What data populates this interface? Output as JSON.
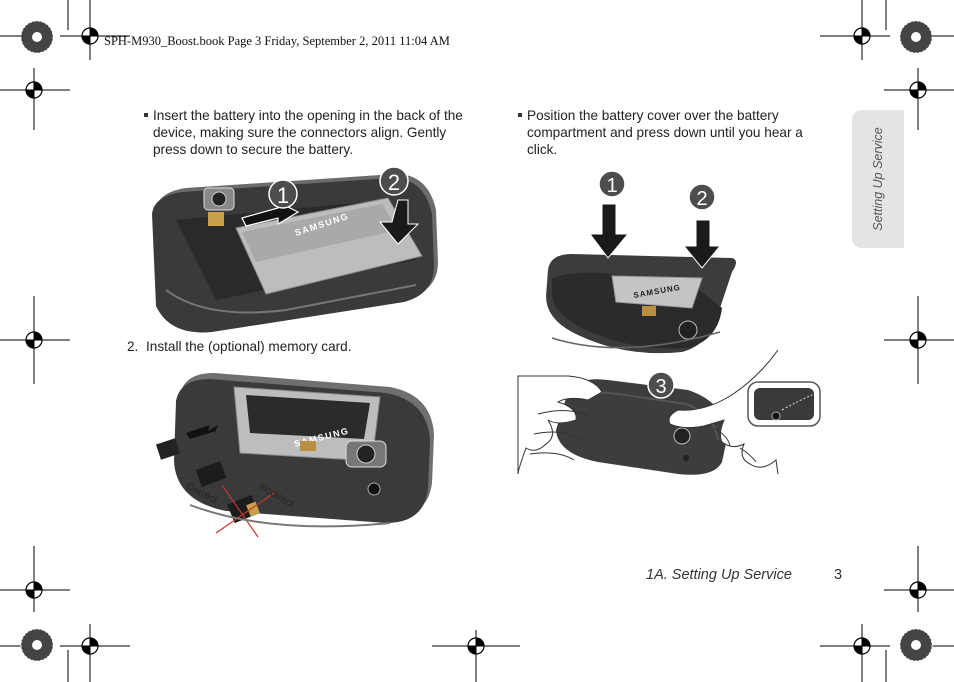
{
  "header": {
    "running_head": "SPH-M930_Boost.book  Page 3  Friday, September 2, 2011  11:04 AM"
  },
  "left_column": {
    "bullet_text": "Insert the battery into the opening in the back of the device, making sure the connectors align. Gently press down to secure the battery.",
    "step_number": "2.",
    "step_text": "Install the (optional) memory card.",
    "figure1": {
      "callouts": [
        "1",
        "2"
      ],
      "battery_brand": "SAMSUNG"
    },
    "figure2": {
      "battery_brand": "SAMSUNG",
      "correct_label": "Correct",
      "incorrect_label": "Incorrect"
    }
  },
  "right_column": {
    "bullet_text": "Position the battery cover over the battery compartment and press down until you hear a click.",
    "figure3": {
      "callouts": [
        "1",
        "2"
      ],
      "battery_brand": "SAMSUNG"
    },
    "figure4": {
      "callouts": [
        "3"
      ]
    }
  },
  "side_tab": {
    "label": "Setting Up Service"
  },
  "footer": {
    "section": "1A. Setting Up Service",
    "page_number": "3"
  },
  "colors": {
    "phone_dark": "#3a3a3a",
    "phone_mid": "#5a5a5a",
    "callout": "#4d4d4d",
    "tab": "#e4e4e4"
  }
}
